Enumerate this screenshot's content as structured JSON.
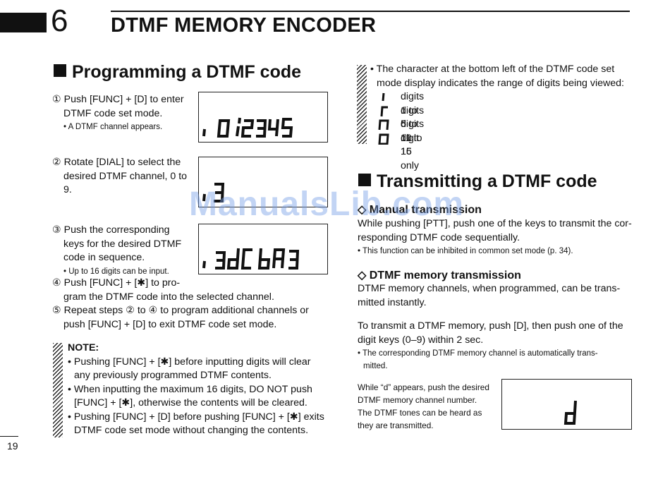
{
  "chapter": {
    "number": "6",
    "title": "DTMF MEMORY ENCODER"
  },
  "left": {
    "heading": "Programming a DTMF code",
    "step1": {
      "line1": "① Push [FUNC] + [D] to enter",
      "line2": "DTMF code set mode.",
      "note": "• A DTMF channel appears."
    },
    "step2": {
      "line1": "② Rotate [DIAL] to select the",
      "line2": "desired DTMF channel, 0 to",
      "line3": "9."
    },
    "step3": {
      "line1": "③ Push the corresponding",
      "line2": "keys for the desired DTMF",
      "line3": "code in sequence.",
      "note": "• Up to 16 digits can be input."
    },
    "step4": {
      "line1": "④ Push [FUNC] + [✱] to pro-",
      "line2": "gram the DTMF code into the selected channel."
    },
    "step5": {
      "line1": "⑤ Repeat steps ② to ④ to program additional channels or",
      "line2": "push [FUNC] + [D] to exit DTMF code set mode."
    },
    "note": {
      "title": "NOTE:",
      "lines": [
        "• Pushing [FUNC] + [✱] before inputting digits will clear",
        "any previously programmed DTMF contents.",
        "• When inputting the maximum 16 digits, DO NOT push",
        "[FUNC] + [✱], otherwise the contents will be cleared.",
        "• Pushing [FUNC] + [D] before pushing [FUNC] + [✱] exits",
        "DTMF code set mode without changing the contents."
      ]
    }
  },
  "right": {
    "range_intro1": "• The character at the bottom left of the DTMF code set",
    "range_intro2": "mode display indicates the range of digits being viewed:",
    "ranges": [
      "digits 1 to 5",
      "digits 6 to 10",
      "digits 11 to 15",
      "digit 16 only"
    ],
    "heading": "Transmitting a DTMF code",
    "manual_title": "◇ Manual transmission",
    "manual1": "While pushing [PTT], push one of the keys to transmit the cor-",
    "manual2": "responding DTMF code sequentially.",
    "manual_note": "• This function can be inhibited in common set mode (p. 34).",
    "memory_title": "◇ DTMF memory transmission",
    "memory1": "DTMF memory channels, when programmed, can be trans-",
    "memory2": "mitted instantly.",
    "transmit1": "To transmit a DTMF memory, push [D], then push one of the",
    "transmit2": "digit keys (0–9) within 2 sec.",
    "transmit_note1": "• The corresponding DTMF memory channel is automatically trans-",
    "transmit_note2": "mitted.",
    "d_caption": [
      "While “d” appears, push the desired",
      "DTMF memory channel number.",
      "The DTMF tones can be heard as",
      "they are transmitted."
    ]
  },
  "displays": {
    "lcd1": ",0 12345",
    "lcd2": ",3",
    "lcd3": ",3dCbA3",
    "lcd4": "d"
  },
  "watermark": "ManualsLib.com",
  "page_number": "19"
}
